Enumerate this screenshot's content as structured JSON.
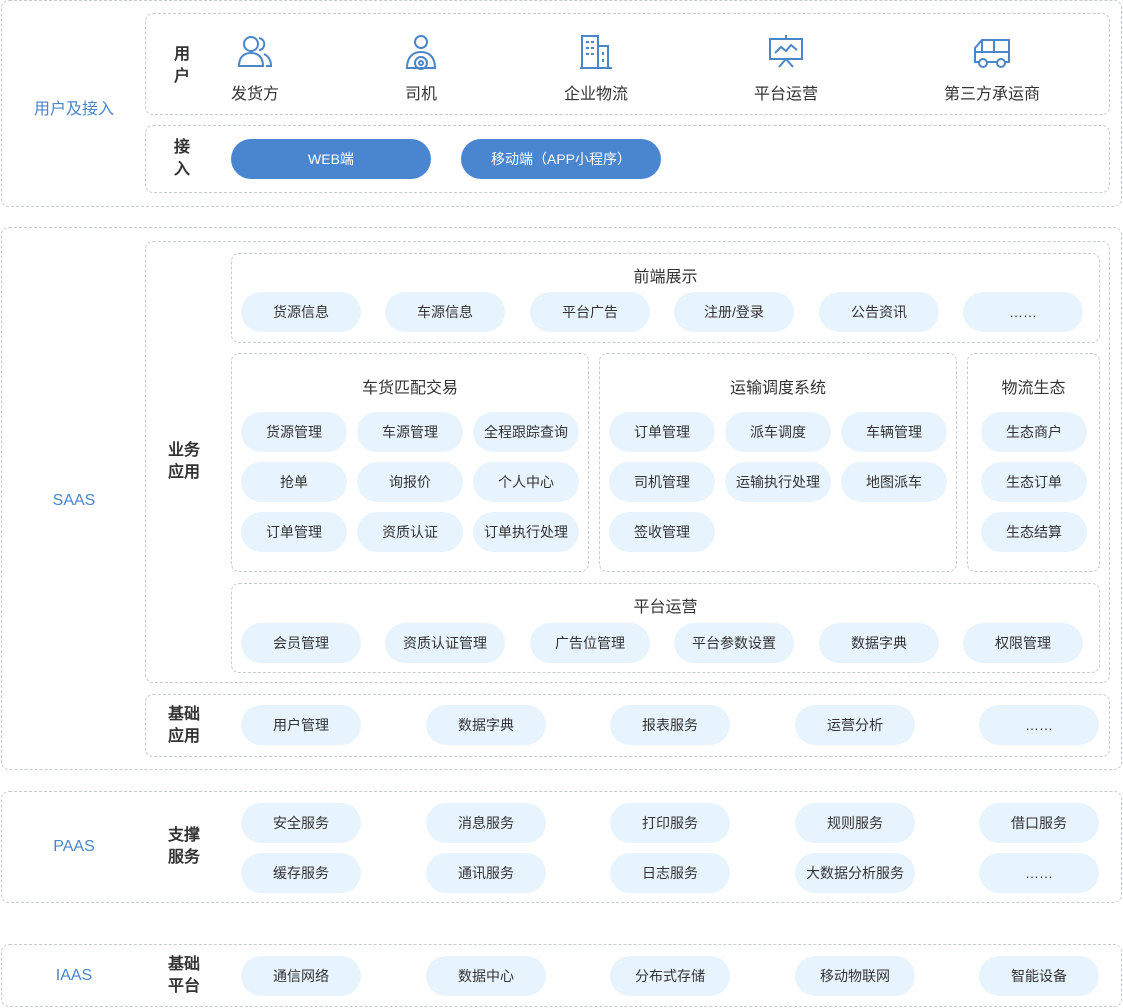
{
  "colors": {
    "accent": "#4a86c9",
    "pill_bg": "#e8f4fd",
    "pill_blue": "#4a86d0",
    "border": "#c5cbd3"
  },
  "layers": {
    "user_access": {
      "label": "用户及接入",
      "users_label": "用户",
      "users": [
        {
          "label": "发货方",
          "icon": "users-icon"
        },
        {
          "label": "司机",
          "icon": "driver-icon"
        },
        {
          "label": "企业物流",
          "icon": "building-icon"
        },
        {
          "label": "平台运营",
          "icon": "presentation-icon"
        },
        {
          "label": "第三方承运商",
          "icon": "truck-icon"
        }
      ],
      "access_label": "接入",
      "access": [
        "WEB端",
        "移动端（APP小程序）"
      ]
    },
    "saas": {
      "label": "SAAS",
      "business_label": "业务应用",
      "frontend": {
        "title": "前端展示",
        "items": [
          "货源信息",
          "车源信息",
          "平台广告",
          "注册/登录",
          "公告资讯",
          "……"
        ]
      },
      "matching": {
        "title": "车货匹配交易",
        "items": [
          "货源管理",
          "车源管理",
          "全程跟踪查询",
          "抢单",
          "询报价",
          "个人中心",
          "订单管理",
          "资质认证",
          "订单执行处理"
        ]
      },
      "dispatch": {
        "title": "运输调度系统",
        "items": [
          "订单管理",
          "派车调度",
          "车辆管理",
          "司机管理",
          "运输执行处理",
          "地图派车",
          "签收管理"
        ]
      },
      "ecology": {
        "title": "物流生态",
        "items": [
          "生态商户",
          "生态订单",
          "生态结算"
        ]
      },
      "operation": {
        "title": "平台运营",
        "items": [
          "会员管理",
          "资质认证管理",
          "广告位管理",
          "平台参数设置",
          "数据字典",
          "权限管理"
        ]
      },
      "base_label": "基础应用",
      "base_items": [
        "用户管理",
        "数据字典",
        "报表服务",
        "运营分析",
        "……"
      ]
    },
    "paas": {
      "label": "PAAS",
      "support_label": "支撑服务",
      "items": [
        "安全服务",
        "消息服务",
        "打印服务",
        "规则服务",
        "借口服务",
        "缓存服务",
        "通讯服务",
        "日志服务",
        "大数据分析服务",
        "……"
      ]
    },
    "iaas": {
      "label": "IAAS",
      "base_label": "基础平台",
      "items": [
        "通信网络",
        "数据中心",
        "分布式存储",
        "移动物联网",
        "智能设备"
      ]
    }
  }
}
